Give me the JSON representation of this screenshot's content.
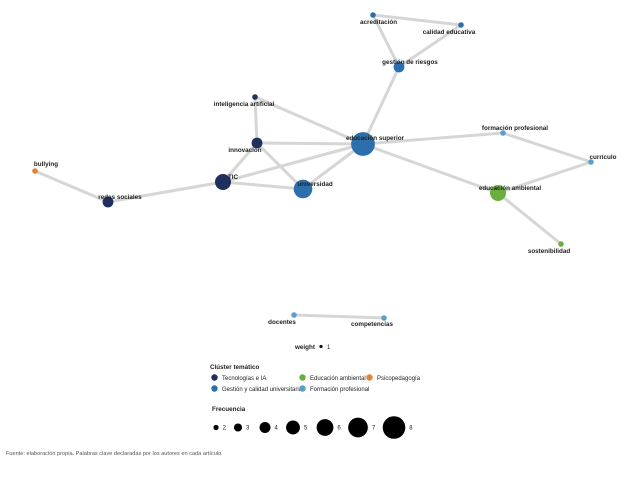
{
  "colors": {
    "tecnologias_ia": "#1f2f5e",
    "gestion_calidad": "#2b6fad",
    "educacion_ambiental": "#6aae3f",
    "psicopedagogia": "#e0843a",
    "formacion_profesional": "#5ba0cc",
    "edge": "#d6d6d6"
  },
  "chart_data": {
    "type": "network",
    "nodes": [
      {
        "id": "acreditacion",
        "label": "acreditación",
        "cluster": "gestion_calidad",
        "freq": 1
      },
      {
        "id": "calidad_educativa",
        "label": "calidad educativa",
        "cluster": "gestion_calidad",
        "freq": 1
      },
      {
        "id": "gestion_riesgos",
        "label": "gestión de riesgos",
        "cluster": "gestion_calidad",
        "freq": 3
      },
      {
        "id": "inteligencia_artificial",
        "label": "inteligencia artificial",
        "cluster": "tecnologias_ia",
        "freq": 1
      },
      {
        "id": "educacion_superior",
        "label": "educación superior",
        "cluster": "gestion_calidad",
        "freq": 8
      },
      {
        "id": "formacion_profesional",
        "label": "formación profesional",
        "cluster": "formacion_profesional",
        "freq": 1
      },
      {
        "id": "curriculo",
        "label": "currículo",
        "cluster": "formacion_profesional",
        "freq": 1
      },
      {
        "id": "innovacion",
        "label": "innovación",
        "cluster": "tecnologias_ia",
        "freq": 3
      },
      {
        "id": "bullying",
        "label": "bullying",
        "cluster": "psicopedagogia",
        "freq": 1
      },
      {
        "id": "tic",
        "label": "TIC",
        "cluster": "tecnologias_ia",
        "freq": 5
      },
      {
        "id": "universidad",
        "label": "universidad",
        "cluster": "gestion_calidad",
        "freq": 6
      },
      {
        "id": "educacion_ambiental",
        "label": "educación ambiental",
        "cluster": "educacion_ambiental",
        "freq": 5
      },
      {
        "id": "redes_sociales",
        "label": "redes sociales",
        "cluster": "tecnologias_ia",
        "freq": 3
      },
      {
        "id": "sostenibilidad",
        "label": "sostenibilidad",
        "cluster": "educacion_ambiental",
        "freq": 1
      },
      {
        "id": "docentes",
        "label": "docentes",
        "cluster": "formacion_profesional",
        "freq": 1
      },
      {
        "id": "competencias",
        "label": "competencias",
        "cluster": "formacion_profesional",
        "freq": 1
      }
    ],
    "edges": [
      {
        "source": "acreditacion",
        "target": "calidad_educativa",
        "weight": 1
      },
      {
        "source": "acreditacion",
        "target": "gestion_riesgos",
        "weight": 1
      },
      {
        "source": "calidad_educativa",
        "target": "gestion_riesgos",
        "weight": 1
      },
      {
        "source": "gestion_riesgos",
        "target": "educacion_superior",
        "weight": 1
      },
      {
        "source": "inteligencia_artificial",
        "target": "educacion_superior",
        "weight": 1
      },
      {
        "source": "inteligencia_artificial",
        "target": "innovacion",
        "weight": 1
      },
      {
        "source": "innovacion",
        "target": "educacion_superior",
        "weight": 1
      },
      {
        "source": "innovacion",
        "target": "tic",
        "weight": 1
      },
      {
        "source": "innovacion",
        "target": "universidad",
        "weight": 1
      },
      {
        "source": "tic",
        "target": "educacion_superior",
        "weight": 1
      },
      {
        "source": "tic",
        "target": "universidad",
        "weight": 1
      },
      {
        "source": "tic",
        "target": "redes_sociales",
        "weight": 1
      },
      {
        "source": "universidad",
        "target": "educacion_superior",
        "weight": 1
      },
      {
        "source": "redes_sociales",
        "target": "bullying",
        "weight": 1
      },
      {
        "source": "educacion_superior",
        "target": "formacion_profesional",
        "weight": 1
      },
      {
        "source": "educacion_superior",
        "target": "educacion_ambiental",
        "weight": 1
      },
      {
        "source": "formacion_profesional",
        "target": "curriculo",
        "weight": 1
      },
      {
        "source": "curriculo",
        "target": "educacion_ambiental",
        "weight": 1
      },
      {
        "source": "educacion_ambiental",
        "target": "sostenibilidad",
        "weight": 1
      },
      {
        "source": "docentes",
        "target": "competencias",
        "weight": 1
      }
    ]
  },
  "legend": {
    "weight": {
      "title": "weight",
      "value": "1"
    },
    "cluster": {
      "title": "Clúster temático",
      "items": [
        {
          "key": "tecnologias_ia",
          "label": "Tecnologías e IA"
        },
        {
          "key": "gestion_calidad",
          "label": "Gestión y calidad universitaria"
        },
        {
          "key": "educacion_ambiental",
          "label": "Educación ambiental"
        },
        {
          "key": "formacion_profesional",
          "label": "Formación profesional"
        },
        {
          "key": "psicopedagogia",
          "label": "Psicopedagogía"
        }
      ]
    },
    "frequency": {
      "title": "Frecuencia",
      "values": [
        "2",
        "3",
        "4",
        "5",
        "6",
        "7",
        "8"
      ]
    }
  },
  "caption": "Fuente: elaboración propia. Palabras clave declaradas por los autores en cada artículo."
}
